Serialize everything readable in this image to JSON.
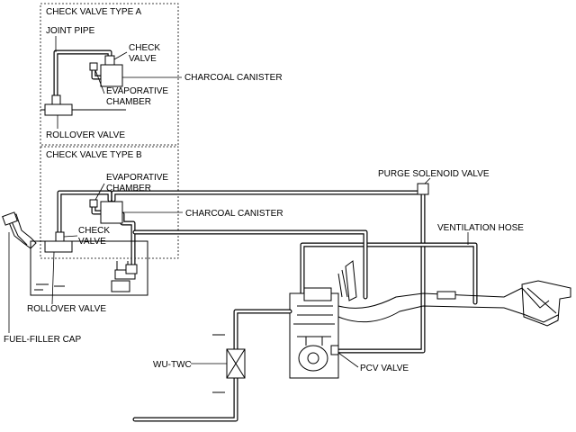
{
  "labels": {
    "check_valve_type_a": "CHECK VALVE TYPE A",
    "joint_pipe": "JOINT PIPE",
    "check_a_1": "CHECK",
    "check_a_2": "VALVE",
    "charcoal_canister_a": "CHARCOAL CANISTER",
    "evap_chamber_a_1": "EVAPORATIVE",
    "evap_chamber_a_2": "CHAMBER",
    "rollover_valve_a": "ROLLOVER VALVE",
    "check_valve_type_b": "CHECK VALVE TYPE B",
    "evap_chamber_b_1": "EVAPORATIVE",
    "evap_chamber_b_2": "CHAMBER",
    "charcoal_canister_b": "CHARCOAL CANISTER",
    "check_b_1": "CHECK",
    "check_b_2": "VALVE",
    "purge_solenoid_valve": "PURGE SOLENOID VALVE",
    "ventilation_hose": "VENTILATION HOSE",
    "rollover_valve_b": "ROLLOVER VALVE",
    "fuel_filler_cap": "FUEL-FILLER CAP",
    "wu_twc": "WU-TWC",
    "pcv_valve": "PCV VALVE"
  }
}
